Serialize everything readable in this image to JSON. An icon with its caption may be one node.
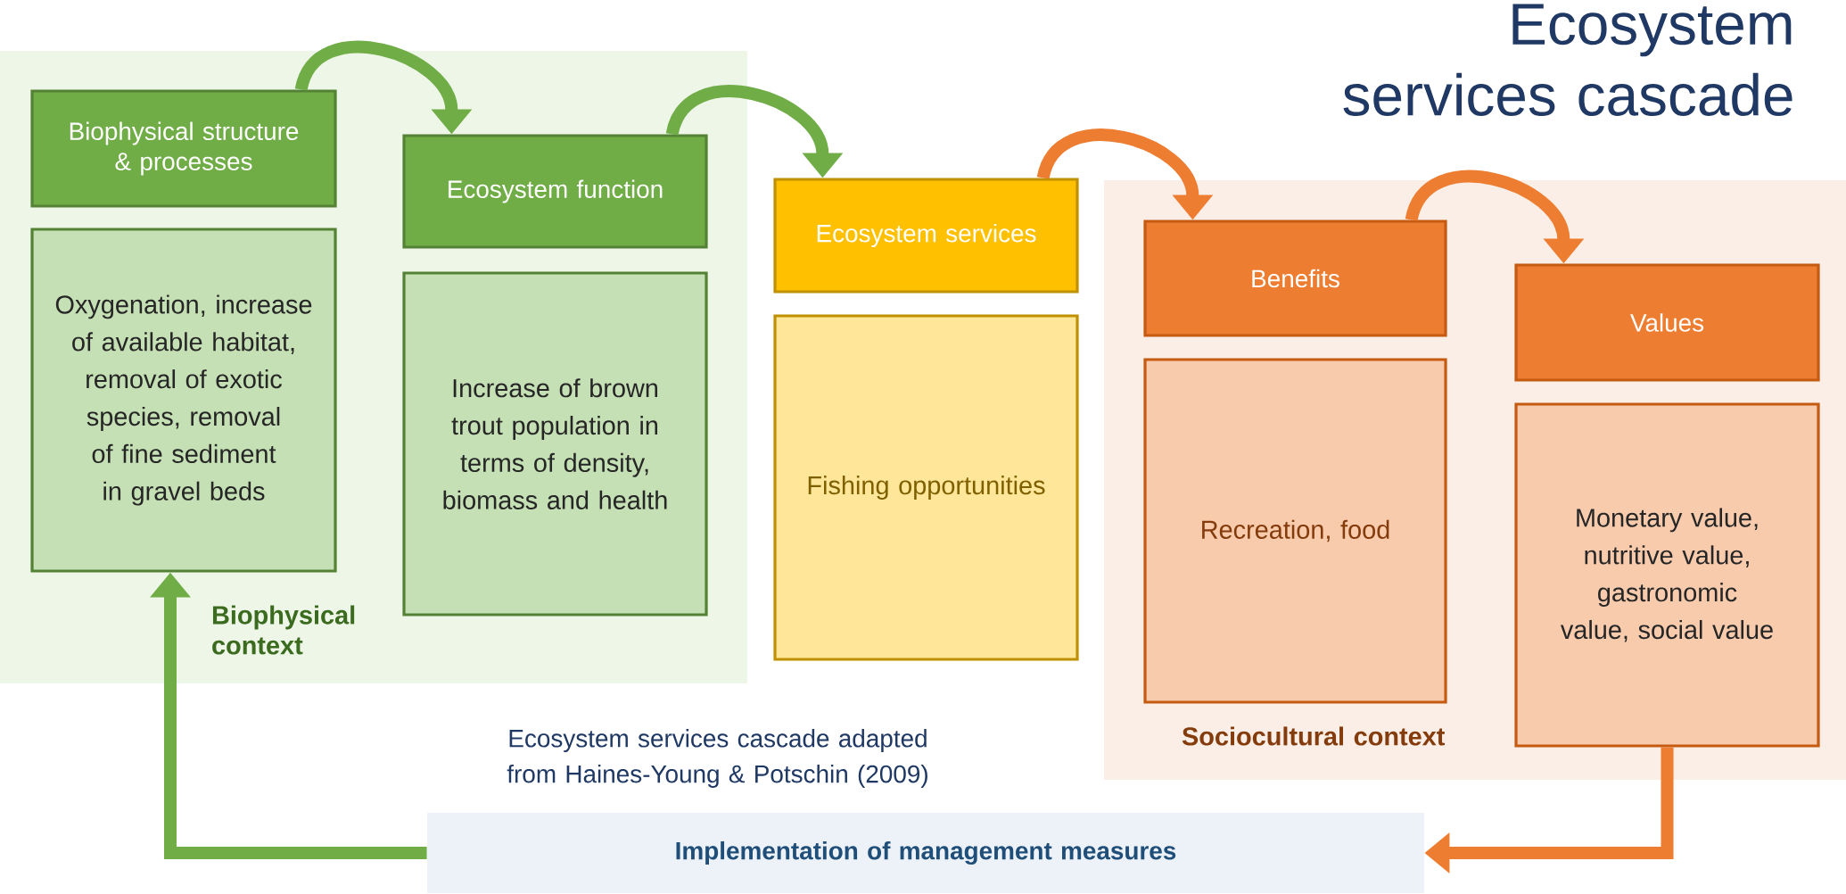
{
  "diagram": {
    "title": "Ecosystem services cascade",
    "caption": "Ecosystem services cascade adapted from Haines-Young & Potschin (2009)",
    "nodes": [
      {
        "text": [
          "Biophysical context"
        ]
      },
      {
        "text": [
          "Biophysical structure & processes"
        ],
        "in": 0
      },
      {
        "text": [
          "Oxygenation, increase of available habitat, removal of exotic species, removal of fine sediment in gravel beds"
        ],
        "in": 0
      },
      {
        "text": [
          "Ecosystem function"
        ],
        "in": 0
      },
      {
        "text": [
          "Increase of brown trout population in terms of density, biomass and health"
        ],
        "in": 0
      },
      {
        "text": [
          "Ecosystem services"
        ]
      },
      {
        "text": [
          "Fishing opportunities"
        ]
      },
      {
        "text": [
          "Sociocultural context"
        ]
      },
      {
        "text": [
          "Benefits"
        ],
        "in": 7
      },
      {
        "text": [
          "Recreation, food"
        ],
        "in": 7
      },
      {
        "text": [
          "Values"
        ],
        "in": 7
      },
      {
        "text": [
          "Monetary value, nutritive value, gastronomic value, social value"
        ],
        "in": 7
      },
      {
        "text": [
          "Implementation of management measures"
        ]
      }
    ],
    "edges": [
      {
        "from": 1,
        "to": 3,
        "arrow": "to",
        "color": "#70ad47"
      },
      {
        "from": 3,
        "to": 5,
        "arrow": "to",
        "color": "#70ad47"
      },
      {
        "from": 5,
        "to": 8,
        "arrow": "to",
        "color": "#ed7d31"
      },
      {
        "from": 8,
        "to": 10,
        "arrow": "to",
        "color": "#ed7d31"
      },
      {
        "from": 11,
        "to": 12,
        "arrow": "to",
        "color": "#ed7d31"
      },
      {
        "from": 12,
        "to": 2,
        "arrow": "to",
        "color": "#70ad47"
      }
    ]
  }
}
